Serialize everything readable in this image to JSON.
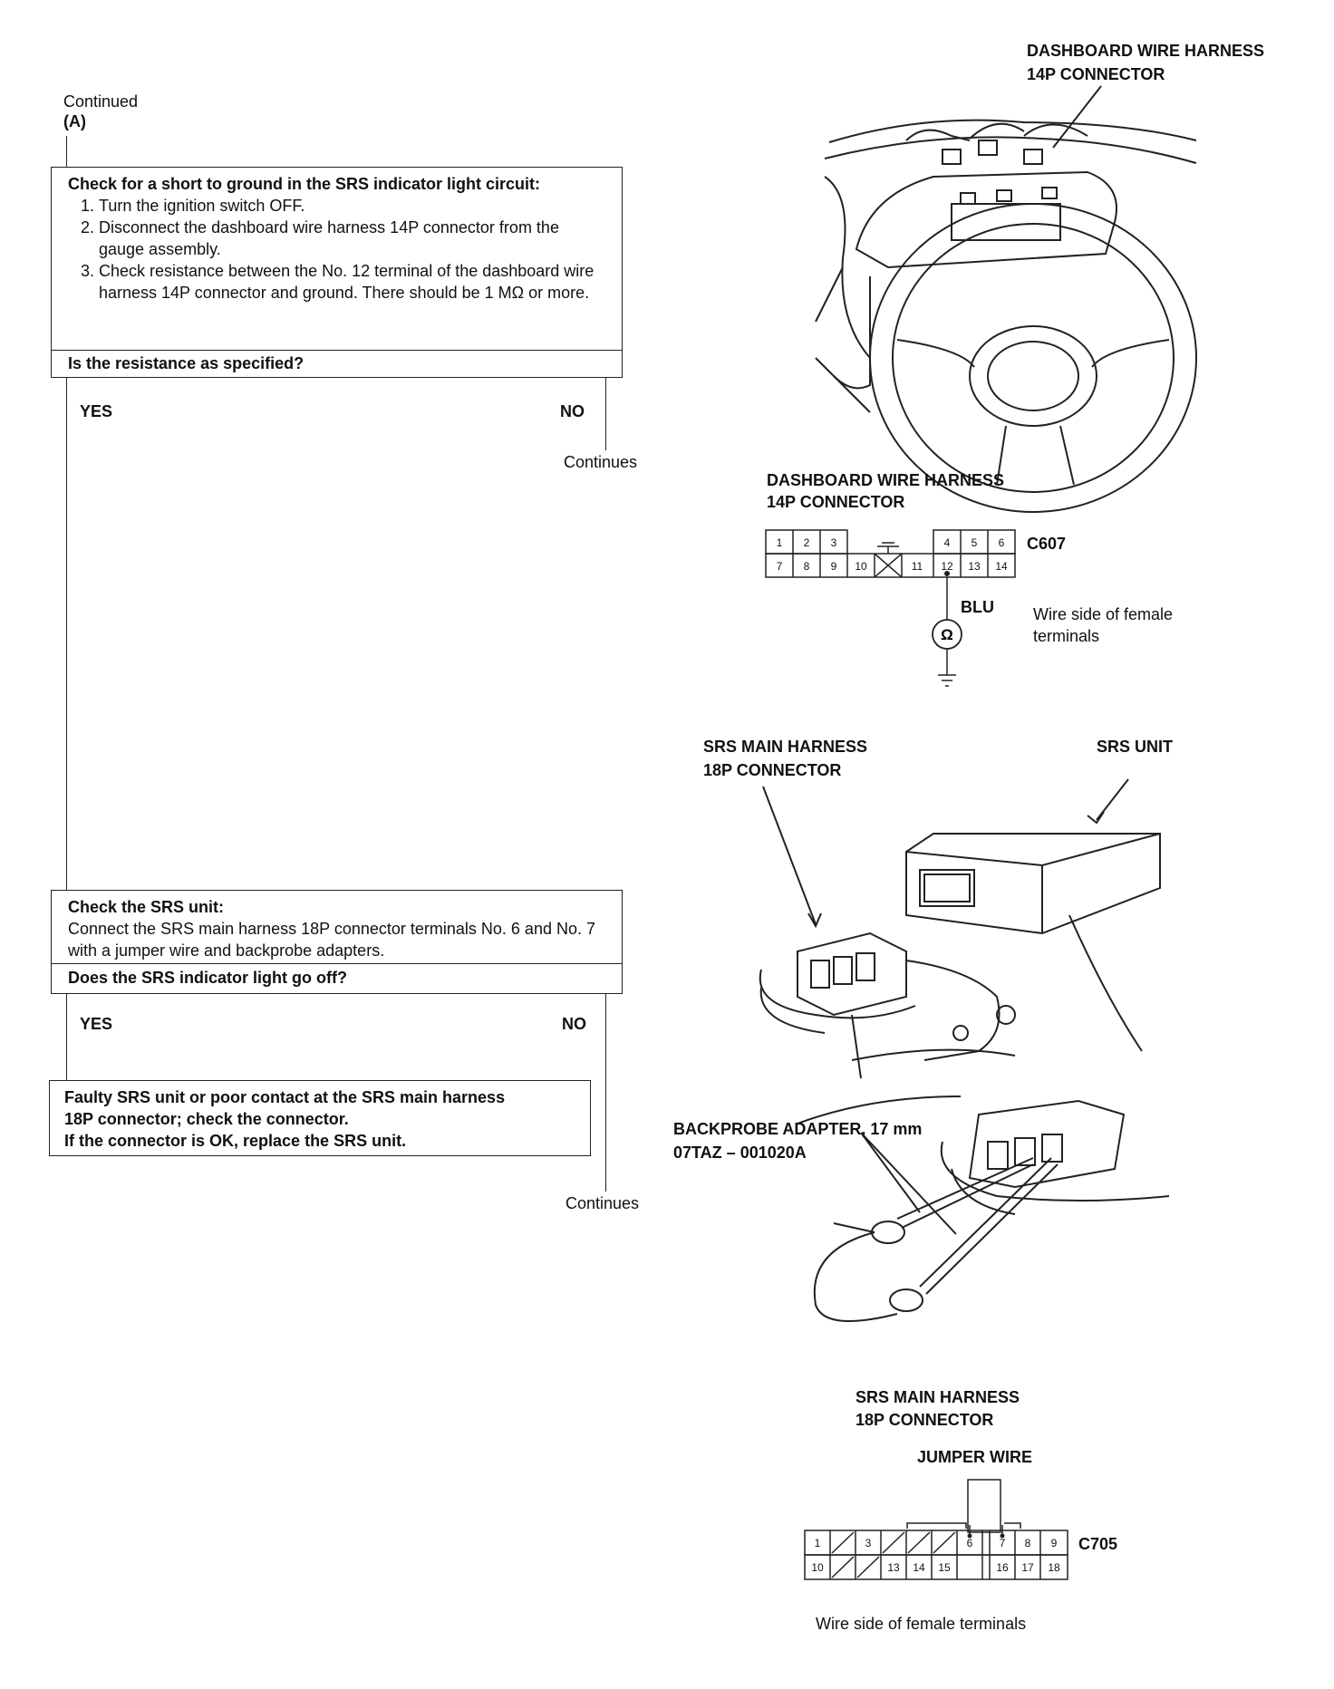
{
  "header": {
    "continued": "Continued",
    "marker": "(A)"
  },
  "box1": {
    "title": "Check for a short to ground in the SRS indicator light circuit:",
    "steps": [
      "Turn the ignition switch OFF.",
      "Disconnect the dashboard wire harness 14P connector from the gauge assembly.",
      "Check resistance between the No. 12 terminal of the dashboard wire harness 14P connector and ground. There should be 1 MΩ or more."
    ]
  },
  "question1": "Is the resistance as specified?",
  "branch1": {
    "yes": "YES",
    "no": "NO",
    "no_continues": "Continues"
  },
  "box2": {
    "title": "Check the SRS unit:",
    "body": "Connect the SRS main harness 18P connector terminals No. 6 and No. 7 with a jumper wire and backprobe adapters."
  },
  "question2": "Does the SRS indicator light go off?",
  "branch2": {
    "yes": "YES",
    "no": "NO",
    "no_continues": "Continues"
  },
  "result_box": {
    "line1": "Faulty SRS unit or poor contact at the SRS main harness",
    "line2": "18P connector; check the connector.",
    "line3": "If the connector is OK, replace the SRS unit."
  },
  "fig1": {
    "label_line1": "DASHBOARD WIRE HARNESS",
    "label_line2": "14P CONNECTOR"
  },
  "fig2": {
    "label_line1": "DASHBOARD WIRE HARNESS",
    "label_line2": "14P CONNECTOR",
    "connector_id": "C607",
    "wire_color": "BLU",
    "ohm_symbol": "Ω",
    "note_line1": "Wire side of female",
    "note_line2": "terminals",
    "top_row": [
      "1",
      "2",
      "3",
      "4",
      "5",
      "6"
    ],
    "bottom_row": [
      "7",
      "8",
      "9",
      "10",
      "11",
      "12",
      "13",
      "14"
    ]
  },
  "fig3": {
    "harness_line1": "SRS MAIN HARNESS",
    "harness_line2": "18P CONNECTOR",
    "unit_label": "SRS UNIT",
    "adapter_line1": "BACKPROBE ADAPTER, 17 mm",
    "adapter_line2": "07TAZ – 001020A"
  },
  "fig4": {
    "label_line1": "SRS MAIN HARNESS",
    "label_line2": "18P CONNECTOR",
    "jumper_label": "JUMPER WIRE",
    "connector_id": "C705",
    "top_row": [
      "1",
      "3",
      "6",
      "7",
      "8",
      "9"
    ],
    "bottom_row": [
      "10",
      "13",
      "14",
      "15",
      "16",
      "17",
      "18"
    ],
    "note": "Wire side of female terminals"
  }
}
